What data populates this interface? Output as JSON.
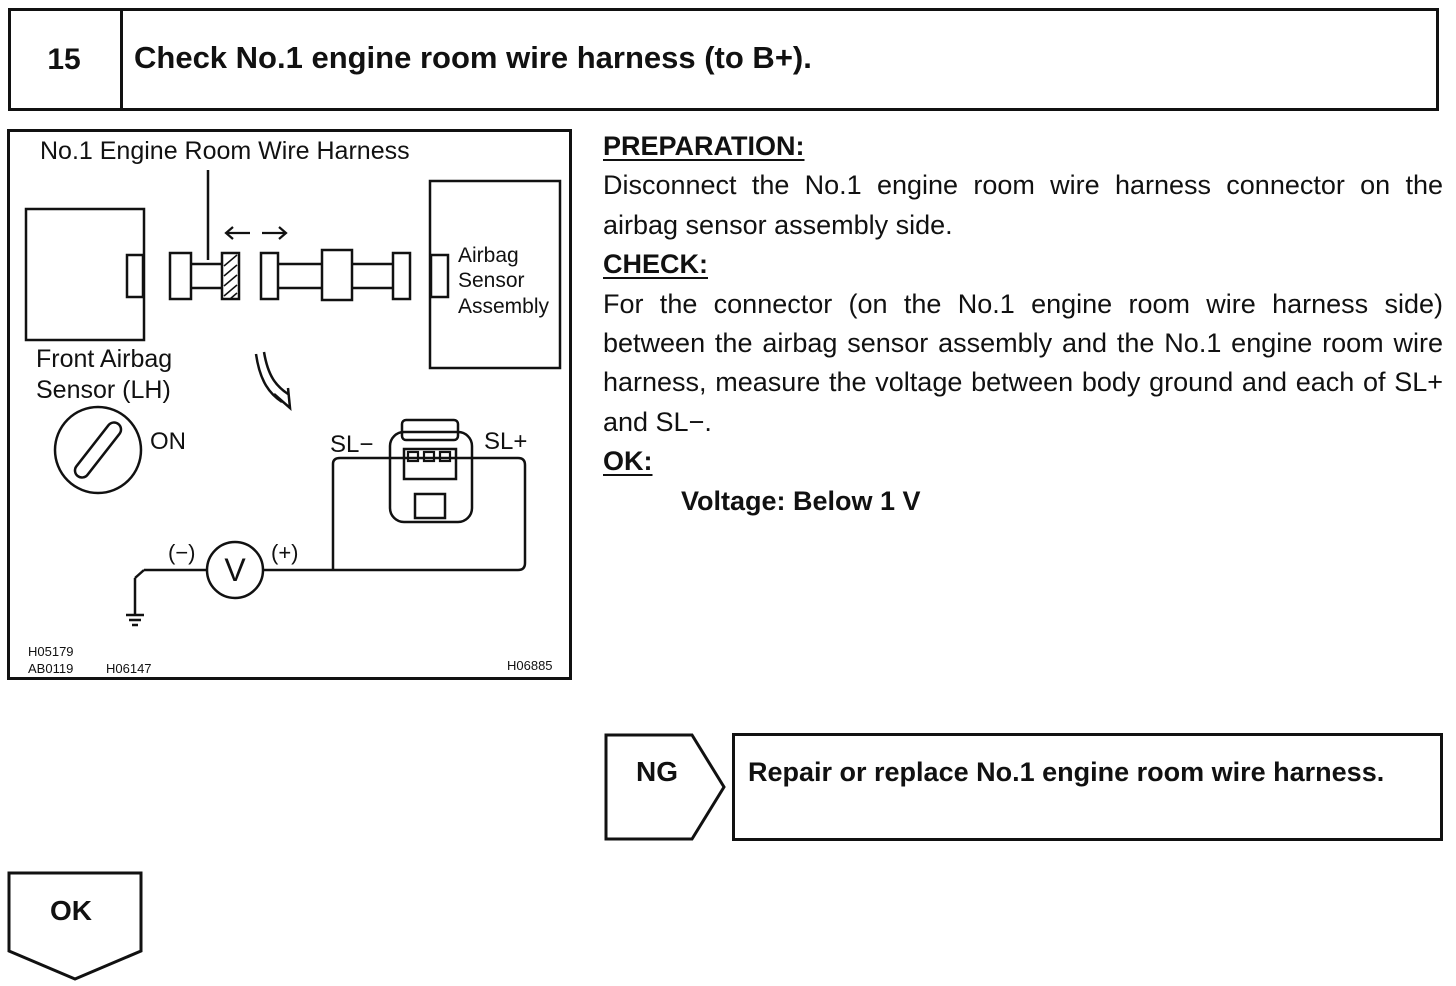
{
  "header": {
    "step_number": "15",
    "title": "Check No.1 engine room wire harness (to B+)."
  },
  "figure": {
    "label_harness": "No.1 Engine Room Wire Harness",
    "label_front_sensor_line1": "Front Airbag",
    "label_front_sensor_line2": "Sensor (LH)",
    "label_airbag_line1": "Airbag",
    "label_airbag_line2": "Sensor",
    "label_airbag_line3": "Assembly",
    "label_ignition": "ON",
    "label_sl_minus": "SL−",
    "label_sl_plus": "SL+",
    "label_neg": "(−)",
    "label_pos": "(+)",
    "label_meter": "V",
    "code_1": "H05179",
    "code_2": "AB0119",
    "code_3": "H06147",
    "code_4": "H06885"
  },
  "instructions": {
    "preparation_heading": "PREPARATION:",
    "preparation_text": "Disconnect the No.1 engine room wire harness connector on the airbag sensor assembly side.",
    "check_heading": "CHECK:",
    "check_text": "For the connector (on the No.1 engine room wire harness side) between the airbag sensor assembly and the No.1 engine room wire harness, measure the voltage between body ground and each of SL+ and SL−.",
    "ok_heading": "OK:",
    "ok_spec": "Voltage: Below 1 V"
  },
  "results": {
    "ng_label": "NG",
    "ng_action": "Repair or replace No.1 engine room wire harness.",
    "ok_label": "OK"
  }
}
